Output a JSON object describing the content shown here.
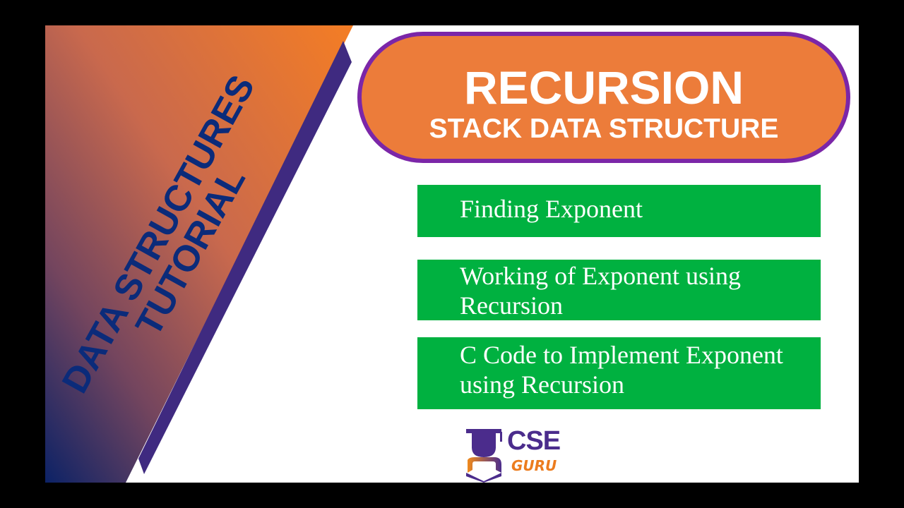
{
  "side_banner": {
    "line1": "DATA STRUCTURES",
    "line2": "TUTORIAL",
    "gradient_colors": [
      "#f47d24",
      "#c9694d",
      "#0c2266"
    ],
    "stripe_color": "#3f2a80",
    "text_color": "#0b2b7a"
  },
  "header_pill": {
    "title": "RECURSION",
    "subtitle": "STACK DATA STRUCTURE",
    "fill_color": "#ec7c3a",
    "border_color": "#7b26a8"
  },
  "topics": [
    {
      "label": "Finding Exponent"
    },
    {
      "label": "Working of Exponent using Recursion"
    },
    {
      "label": "C Code to Implement Exponent using Recursion"
    }
  ],
  "topic_color": "#00b140",
  "logo": {
    "brand": "CSE",
    "sub": "GURU",
    "icon": "graduate-reading-book-icon"
  }
}
